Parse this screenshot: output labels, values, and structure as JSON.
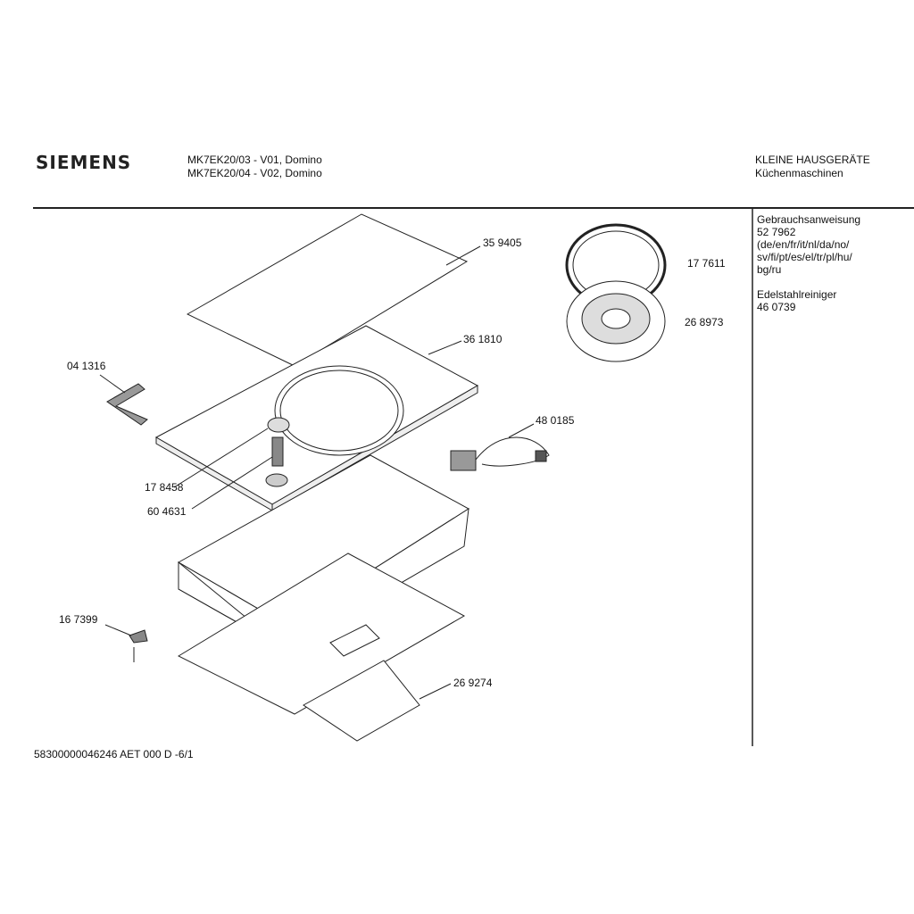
{
  "header": {
    "brand": "SIEMENS",
    "models": [
      "MK7EK20/03 - V01, Domino",
      "MK7EK20/04 - V02, Domino"
    ],
    "category": "KLEINE HAUSGERÄTE",
    "subcategory": "Küchenmaschinen"
  },
  "side_panel": {
    "lines": [
      "Gebrauchsanweisung",
      "52 7962",
      "(de/en/fr/it/nl/da/no/",
      "sv/fi/pt/es/el/tr/pl/hu/",
      "bg/ru",
      "",
      "Edelstahlreiniger",
      "46 0739"
    ]
  },
  "parts": {
    "glass_top": "35 9405",
    "frame": "36 1810",
    "bracket": "04 1316",
    "ring": "17 7611",
    "burner": "26 8973",
    "cable": "48 0185",
    "knob": "17 8458",
    "shaft": "60 4631",
    "clip": "16 7399",
    "base_plate": "26 9274"
  },
  "footer": "58300000046246 AET 000 D -6/1"
}
